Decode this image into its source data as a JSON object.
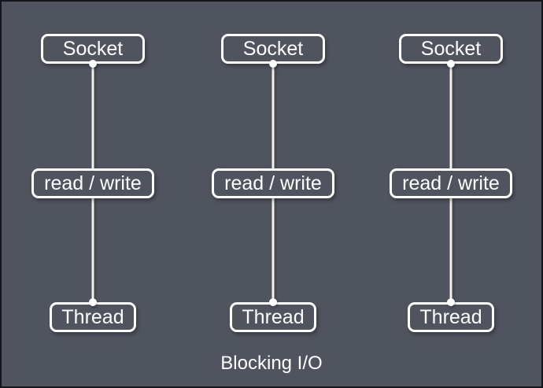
{
  "diagram": {
    "title": "Blocking I/O",
    "colors": {
      "background": "#50545f",
      "frame": "#15161b",
      "node_border": "#ffffff",
      "node_text": "#ffffff",
      "connector_line": "#f3f0ea",
      "connector_dot": "#ffffff"
    },
    "columns": [
      {
        "socket_label": "Socket",
        "rw_label": "read / write",
        "thread_label": "Thread"
      },
      {
        "socket_label": "Socket",
        "rw_label": "read / write",
        "thread_label": "Thread"
      },
      {
        "socket_label": "Socket",
        "rw_label": "read / write",
        "thread_label": "Thread"
      }
    ]
  }
}
